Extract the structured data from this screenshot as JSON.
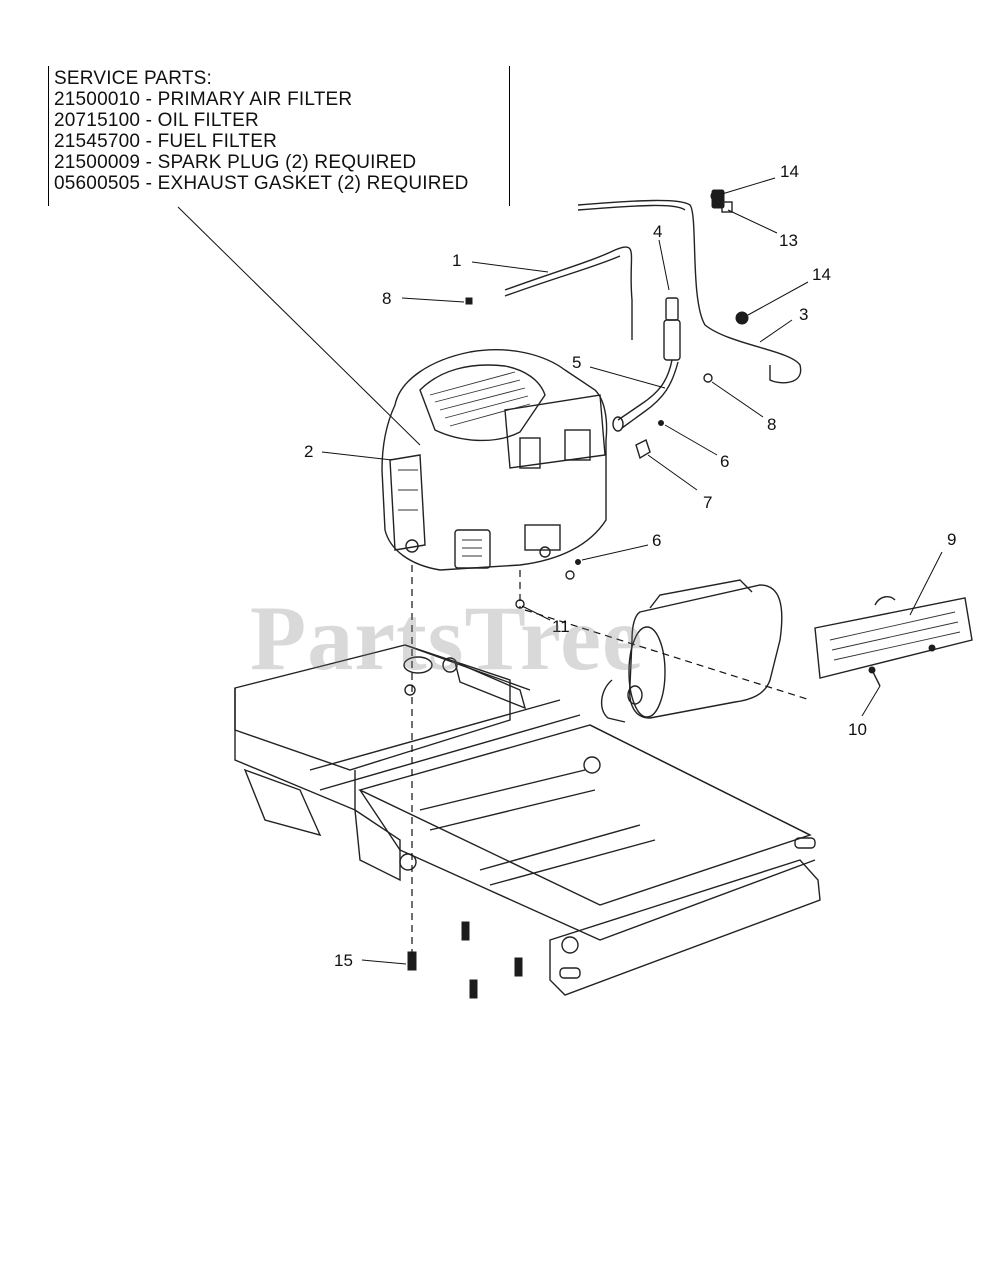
{
  "service_parts": {
    "heading": "SERVICE PARTS:",
    "items": [
      "21500010 - PRIMARY AIR FILTER",
      "20715100 - OIL FILTER",
      "21545700 - FUEL FILTER",
      "21500009 - SPARK PLUG (2) REQUIRED",
      "05600505 - EXHAUST GASKET (2) REQUIRED"
    ]
  },
  "callouts": {
    "c1": "1",
    "c2": "2",
    "c3": "3",
    "c4": "4",
    "c5": "5",
    "c6a": "6",
    "c6b": "6",
    "c7": "7",
    "c8a": "8",
    "c8b": "8",
    "c9": "9",
    "c10": "10",
    "c11": "11",
    "c13": "13",
    "c14a": "14",
    "c14b": "14",
    "c15": "15"
  },
  "watermark": "PartsTree"
}
